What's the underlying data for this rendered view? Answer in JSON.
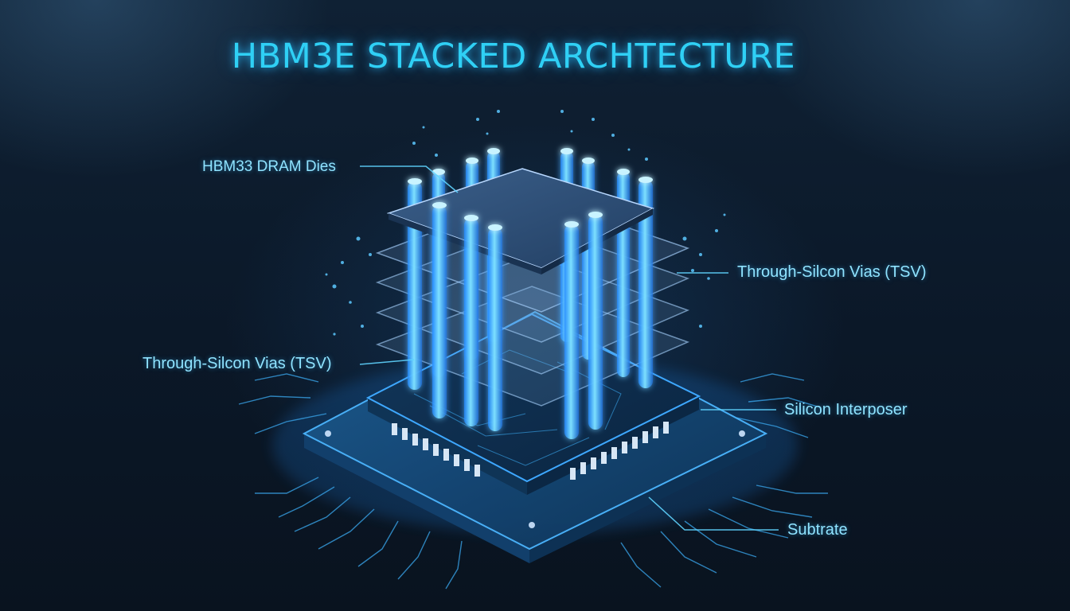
{
  "title": "HBM3E STACKED ARCHTECTURE",
  "callouts": {
    "dram_dies": "HBM33 DRAM Dies",
    "tsv_right": "Through-Silcon Vias (TSV)",
    "tsv_left": "Through-Silcon Vias (TSV)",
    "interposer": "Silicon Interposer",
    "substrate": "Subtrate"
  },
  "colors": {
    "accent": "#2fd0f5",
    "label": "#8fe3ff",
    "background": "#0b1828",
    "glow": "#38c6ff"
  }
}
